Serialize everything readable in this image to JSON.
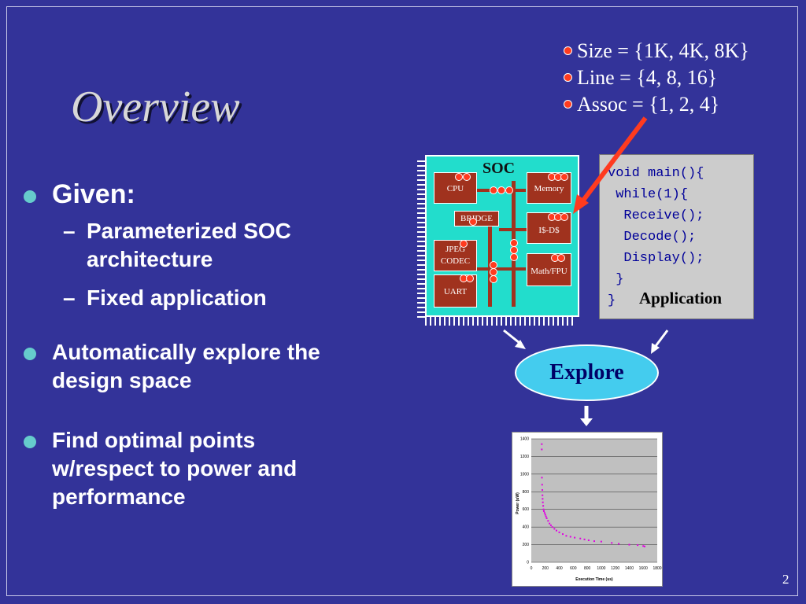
{
  "slide": {
    "title": "Overview",
    "page_number": "2",
    "bullets": [
      {
        "text": "Given:",
        "subs": [
          "Parameterized SOC",
          "architecture",
          "Fixed application"
        ]
      },
      {
        "lines": [
          "Automatically explore the",
          "design space"
        ]
      },
      {
        "lines": [
          "Find optimal points",
          "w/respect to power and",
          "performance"
        ]
      }
    ],
    "config": [
      "Size = {1K, 4K, 8K}",
      "Line = {4, 8, 16}",
      "Assoc = {1, 2, 4}"
    ],
    "soc": {
      "label": "SOC",
      "blocks": {
        "cpu": "CPU",
        "memory": "Memory",
        "bridge": "BRIDGE",
        "cache": "I$-D$",
        "jpeg_line1": "JPEG",
        "jpeg_line2": "CODEC",
        "mathfpu": "Math/FPU",
        "uart": "UART"
      }
    },
    "code": [
      "void main(){",
      " while(1){",
      "  Receive();",
      "  Decode();",
      "  Display();",
      " }",
      "}"
    ],
    "application_label": "Application",
    "explore_label": "Explore",
    "colors": {
      "background": "#333399",
      "bullet_dot": "#66cccc",
      "soc_fill": "#22ddcc",
      "block_fill": "#a0321e",
      "explore_fill": "#44ccee",
      "arrow_red": "#ff3b1f",
      "point_color": "#e000e0"
    }
  },
  "chart_data": {
    "type": "scatter",
    "xlabel": "Execution Time (us)",
    "ylabel": "Power (uW)",
    "xlim": [
      0,
      1800
    ],
    "ylim": [
      0,
      1400
    ],
    "xticks": [
      0,
      200,
      400,
      600,
      800,
      1000,
      1200,
      1400,
      1600,
      1800
    ],
    "yticks": [
      0,
      200,
      400,
      600,
      800,
      1000,
      1200,
      1400
    ],
    "grid": true,
    "points": [
      [
        150,
        1340
      ],
      [
        150,
        1280
      ],
      [
        152,
        960
      ],
      [
        155,
        880
      ],
      [
        158,
        820
      ],
      [
        160,
        760
      ],
      [
        162,
        720
      ],
      [
        165,
        680
      ],
      [
        170,
        640
      ],
      [
        175,
        600
      ],
      [
        180,
        580
      ],
      [
        190,
        560
      ],
      [
        200,
        540
      ],
      [
        210,
        520
      ],
      [
        220,
        500
      ],
      [
        240,
        470
      ],
      [
        260,
        440
      ],
      [
        280,
        420
      ],
      [
        300,
        400
      ],
      [
        330,
        380
      ],
      [
        360,
        360
      ],
      [
        400,
        340
      ],
      [
        450,
        320
      ],
      [
        500,
        300
      ],
      [
        560,
        290
      ],
      [
        620,
        280
      ],
      [
        700,
        270
      ],
      [
        760,
        260
      ],
      [
        820,
        250
      ],
      [
        900,
        240
      ],
      [
        1000,
        235
      ],
      [
        1150,
        220
      ],
      [
        1250,
        210
      ],
      [
        1400,
        200
      ],
      [
        1520,
        195
      ],
      [
        1600,
        185
      ],
      [
        1620,
        180
      ]
    ]
  }
}
